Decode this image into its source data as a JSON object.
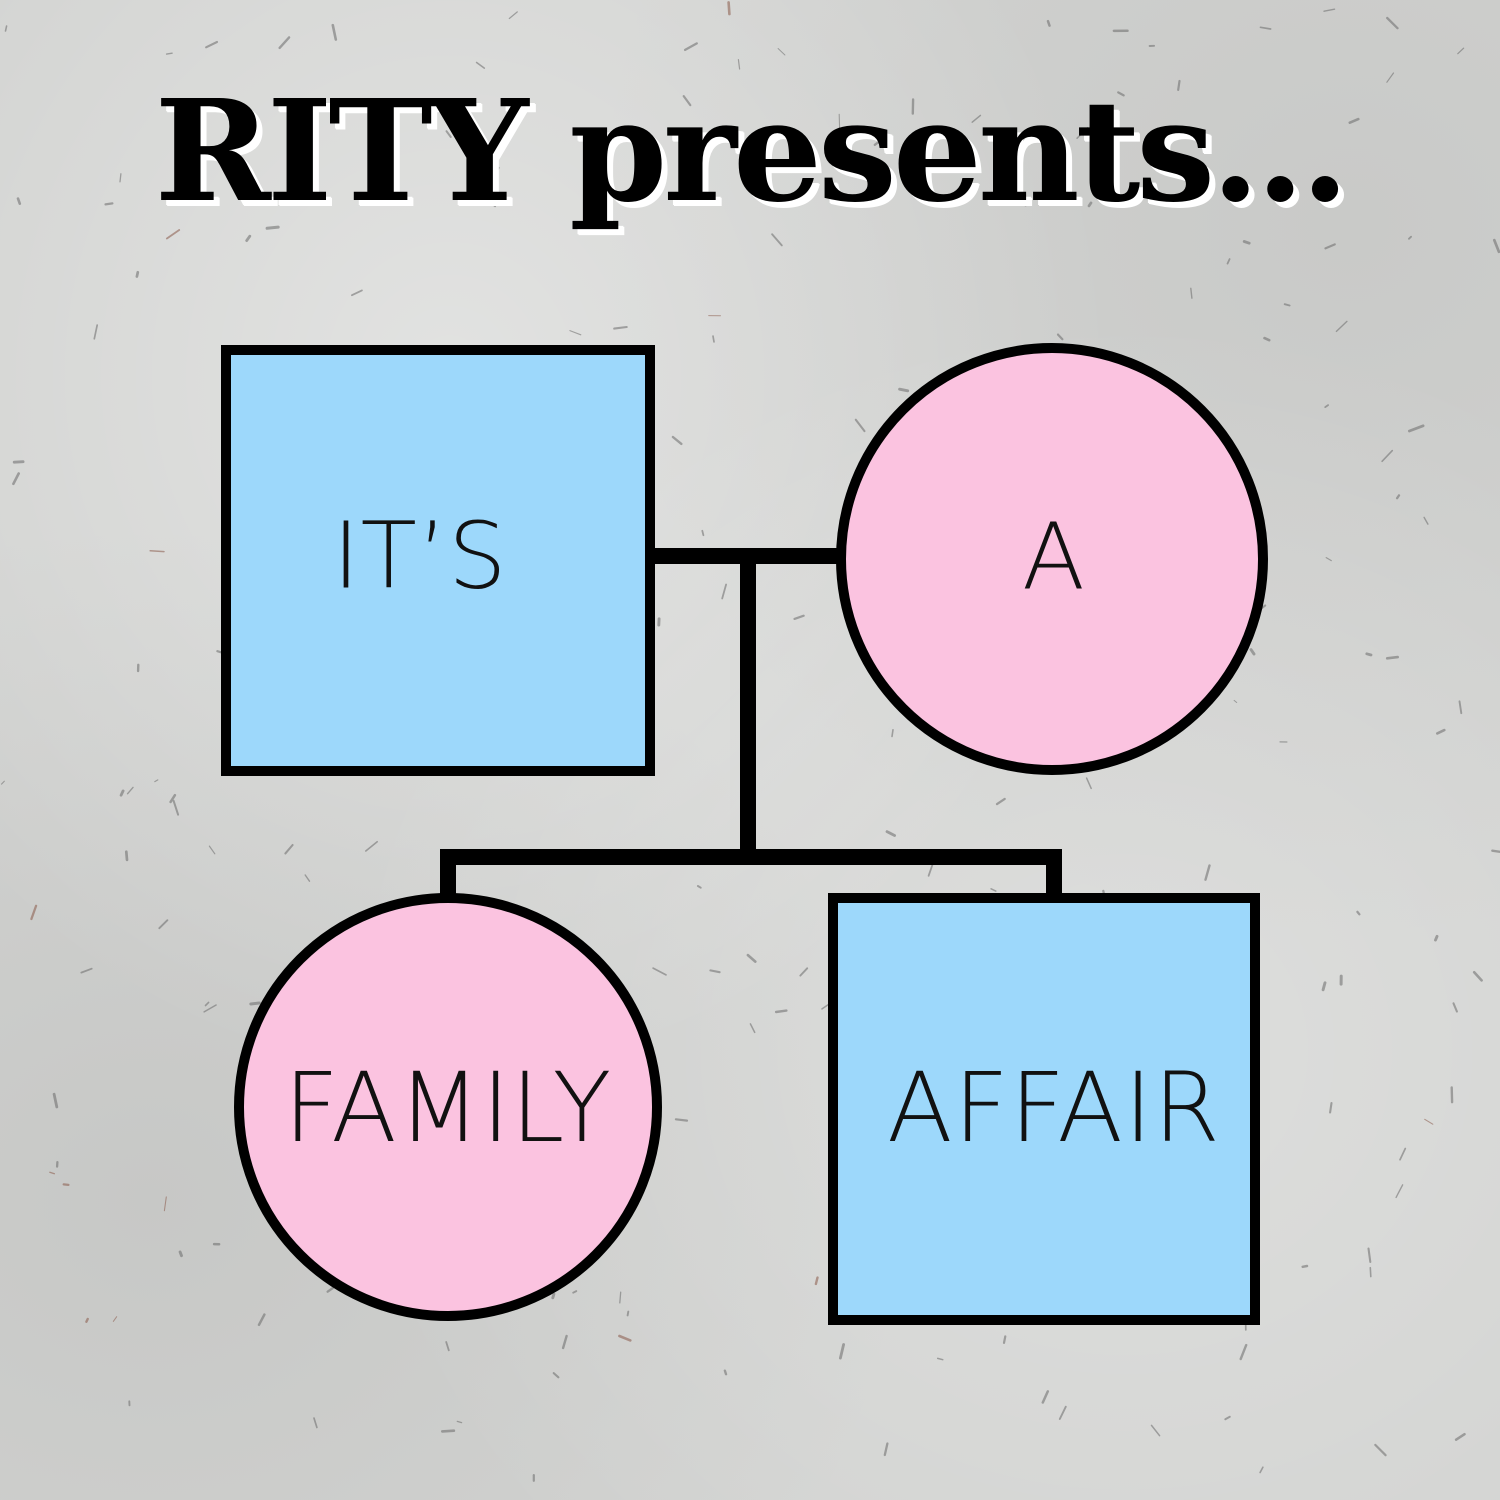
{
  "title": "RITY presents...",
  "colors": {
    "male_fill": "#9dd8fb",
    "female_fill": "#fbc3e0",
    "stroke": "#000000",
    "background": "#d2d3d1"
  },
  "nodes": [
    {
      "id": "parent-male",
      "shape": "square",
      "label": "IT’S"
    },
    {
      "id": "parent-female",
      "shape": "circle",
      "label": "A"
    },
    {
      "id": "child-female",
      "shape": "circle",
      "label": "FAMILY"
    },
    {
      "id": "child-male",
      "shape": "square",
      "label": "AFFAIR"
    }
  ]
}
